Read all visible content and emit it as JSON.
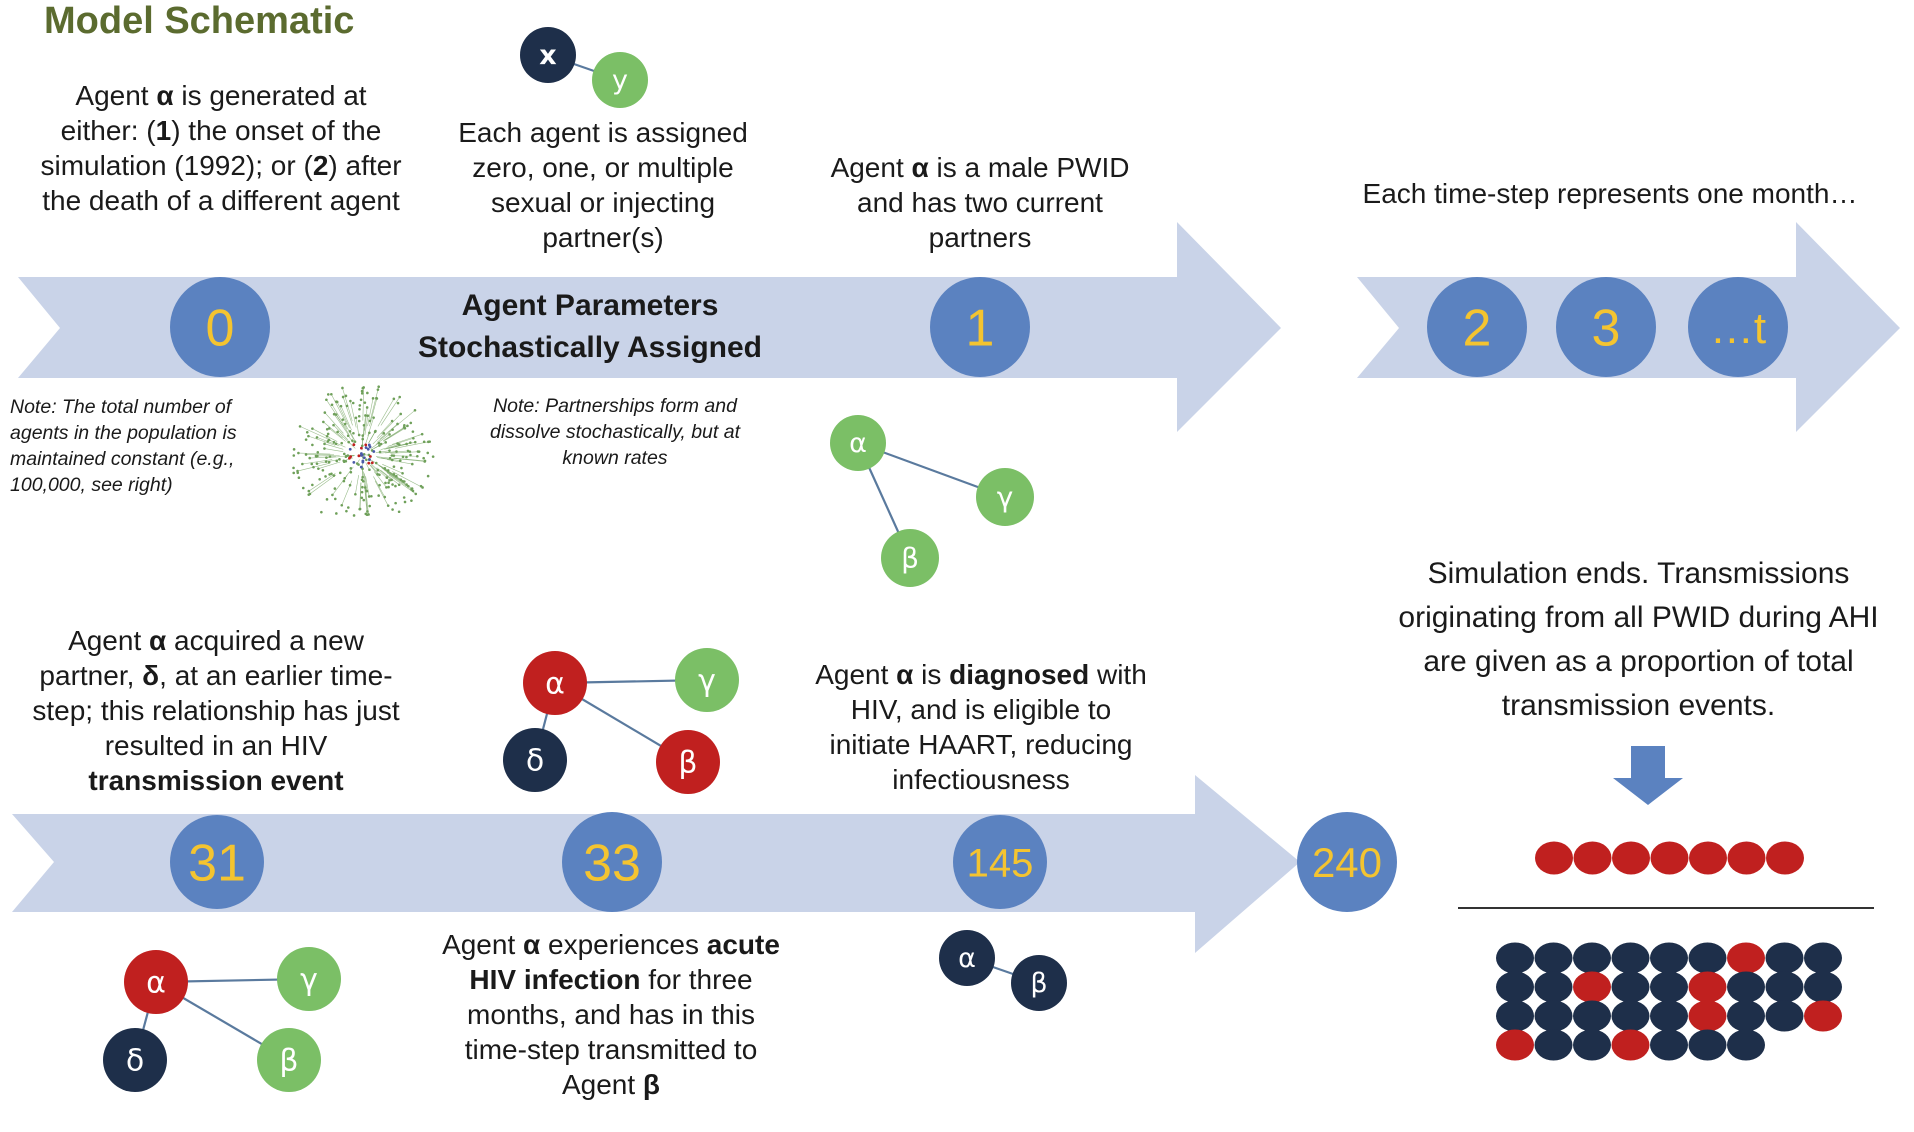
{
  "title": "Model Schematic",
  "colors": {
    "arrow": "#c9d3e8",
    "step_fill": "#5b82c0",
    "step_text": "#f4c430",
    "green": "#7bbf66",
    "navy": "#1e2f4a",
    "red": "#c0201f",
    "edge": "#5a7a9e",
    "down_arrow": "#5b82c0",
    "network": "#6fa05a"
  },
  "texts": {
    "t1": [
      "Agent ",
      "α",
      " is generated at either: (",
      "1",
      ") the onset of the simulation (1992); or (",
      "2",
      ") after the death of a different agent"
    ],
    "t2": "Each agent is assigned zero, one, or multiple sexual or injecting partner(s)",
    "t3": [
      "Agent ",
      "α",
      " is a male PWID and has two current partners"
    ],
    "t4": "Each time-step represents one month…",
    "arrow_label_1": "Agent Parameters",
    "arrow_label_2": "Stochastically Assigned",
    "note1": "Note: The total number of agents in the population is maintained constant (e.g., 100,000, see right)",
    "note2": "Note: Partnerships form and dissolve stochastically, but at known rates",
    "t5": [
      "Agent ",
      "α",
      " acquired a new partner, ",
      "δ",
      ", at an earlier time-step; this relationship has just resulted in an HIV ",
      "transmission event"
    ],
    "t6": [
      "Agent ",
      "α",
      " is ",
      "diagnosed",
      " with HIV, and is eligible to initiate HAART, reducing infectiousness"
    ],
    "t7": "Simulation ends. Transmissions originating from all PWID during AHI are given as a proportion of total transmission events.",
    "t8": [
      "Agent ",
      "α",
      " experiences ",
      "acute HIV infection",
      " for three months, and has in this time-step transmitted to Agent ",
      "β"
    ]
  },
  "steps": [
    "0",
    "1",
    "2",
    "3",
    "…t",
    "31",
    "33",
    "145",
    "240"
  ],
  "agents": {
    "x": "x",
    "y": "y",
    "alpha": "α",
    "beta": "β",
    "gamma": "γ",
    "delta": "δ"
  },
  "proportion": {
    "numerator_count": 7,
    "denominator_rows": [
      [
        "navy",
        "navy",
        "navy",
        "navy",
        "navy",
        "navy",
        "red",
        "navy",
        "navy"
      ],
      [
        "navy",
        "navy",
        "red",
        "navy",
        "navy",
        "red",
        "navy",
        "navy",
        "navy"
      ],
      [
        "navy",
        "navy",
        "navy",
        "navy",
        "navy",
        "red",
        "navy",
        "navy",
        "red"
      ],
      [
        "red",
        "navy",
        "navy",
        "red",
        "navy",
        "navy",
        "navy"
      ]
    ]
  }
}
